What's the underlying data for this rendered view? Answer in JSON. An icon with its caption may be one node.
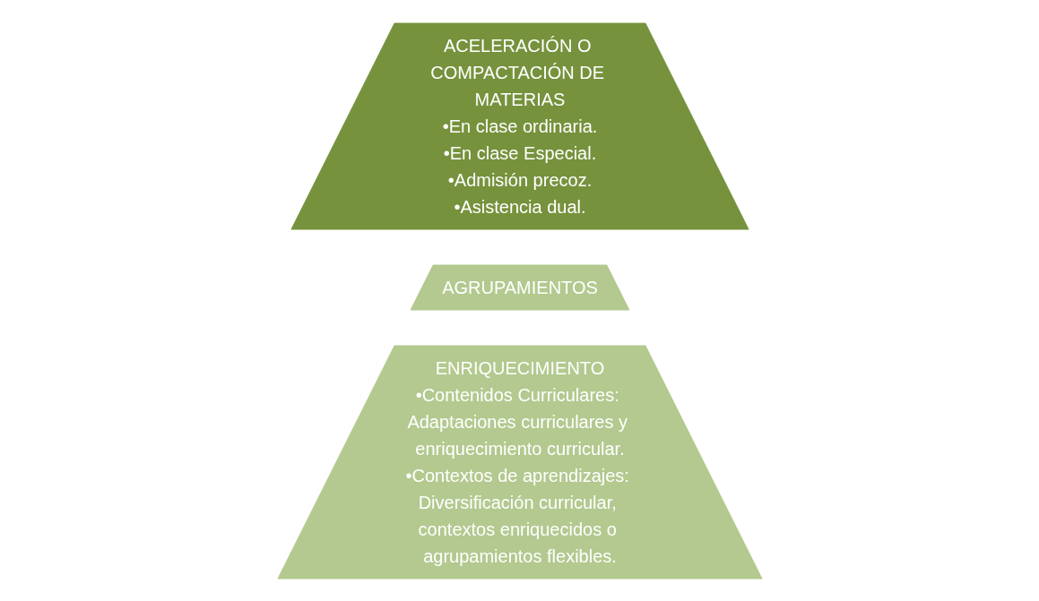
{
  "diagram": {
    "nodes": [
      {
        "text": [
          "ACELERACIÓN O COMPACTACIÓN DE MATERIAS",
          "•En clase ordinaria.",
          "•En clase Especial.",
          "•Admisión precoz.",
          "•Asistencia dual."
        ]
      },
      {
        "text": [
          "AGRUPAMIENTOS"
        ]
      },
      {
        "text": [
          "ENRIQUECIMIENTO",
          "•Contenidos Curriculares: Adaptaciones curriculares y enriquecimiento curricular.",
          "•Contextos de aprendizajes: Diversificación curricular, contextos enriquecidos o agrupamientos flexibles."
        ]
      }
    ]
  }
}
